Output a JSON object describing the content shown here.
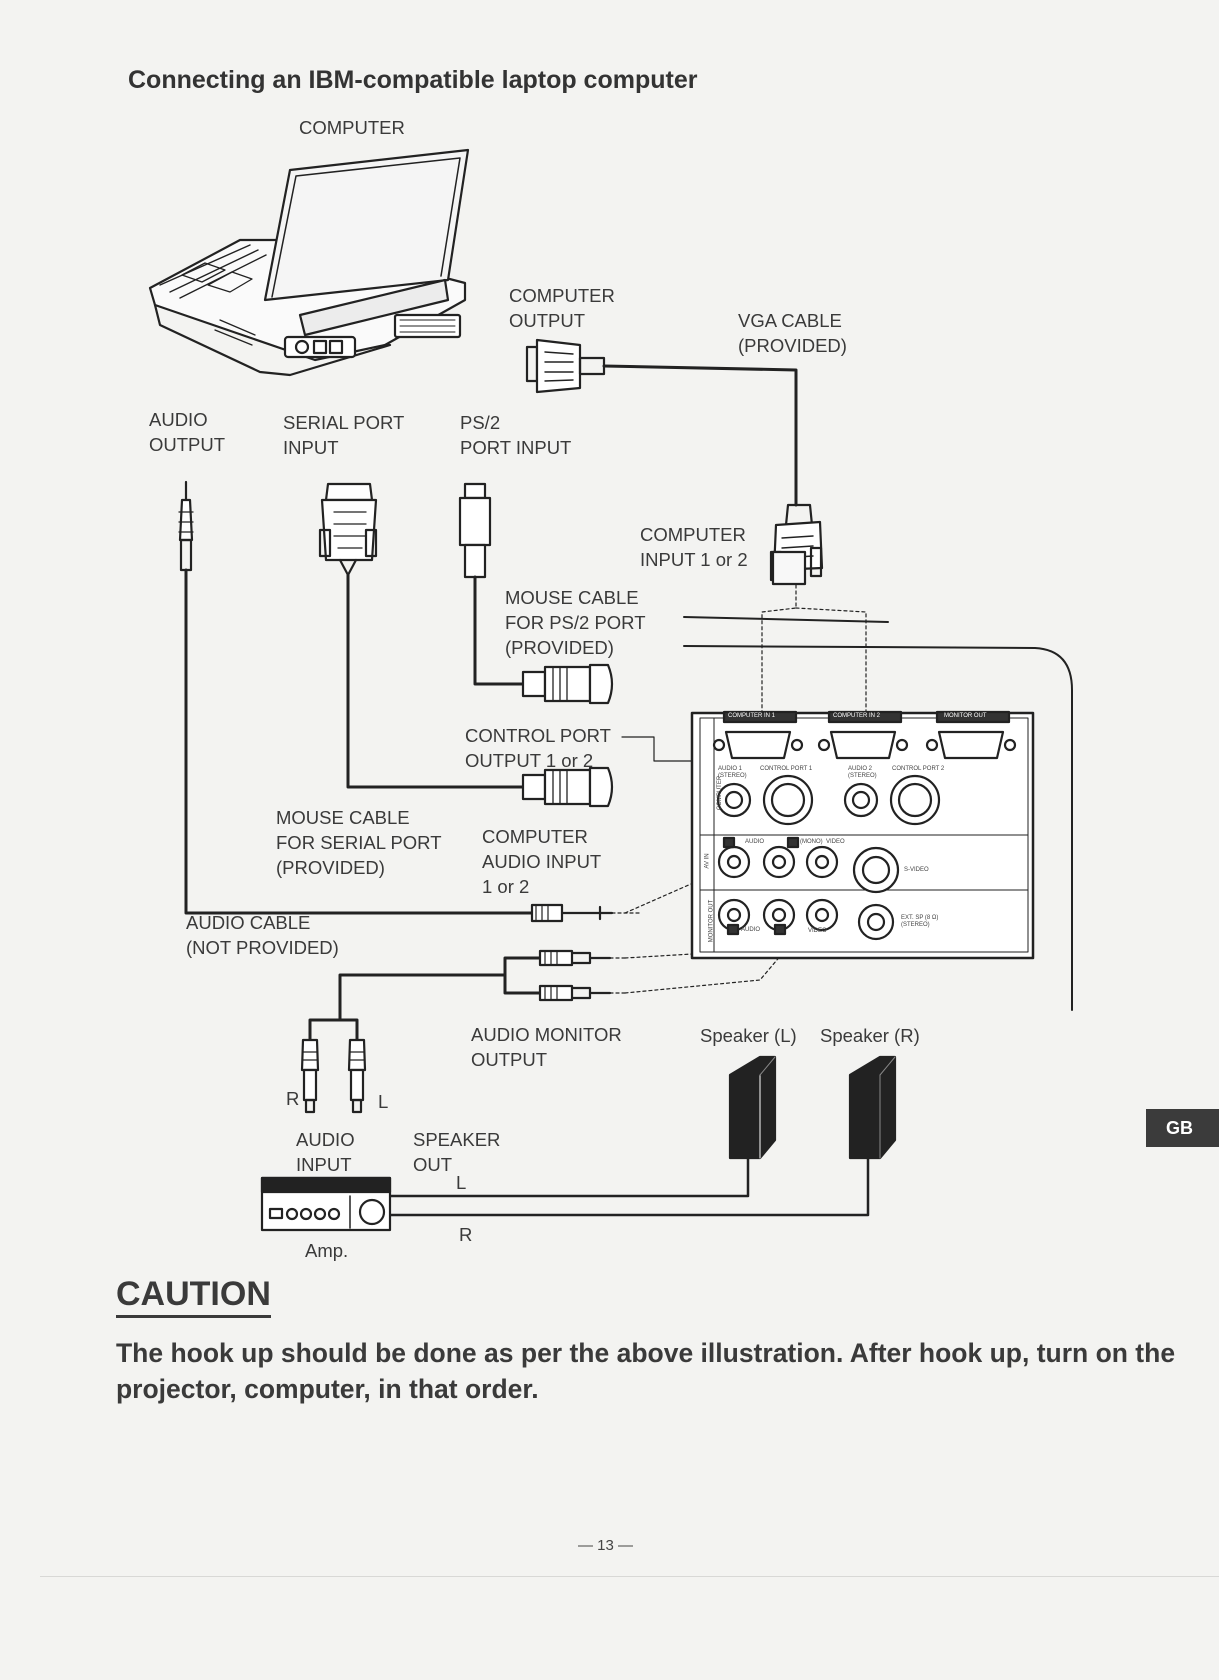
{
  "title": "Connecting an IBM-compatible laptop computer",
  "labels": {
    "computer": "COMPUTER",
    "computer_output": "COMPUTER\nOUTPUT",
    "vga_cable": "VGA CABLE\n(PROVIDED)",
    "audio_output": "AUDIO\nOUTPUT",
    "serial_port_input": "SERIAL PORT\nINPUT",
    "ps2_port_input": "PS/2\nPORT INPUT",
    "computer_input": "COMPUTER\nINPUT 1 or 2",
    "mouse_cable_ps2": "MOUSE CABLE\nFOR PS/2 PORT\n(PROVIDED)",
    "control_port_output": "CONTROL PORT\nOUTPUT 1 or 2",
    "mouse_cable_serial": "MOUSE CABLE\nFOR SERIAL PORT\n(PROVIDED)",
    "computer_audio_input": "COMPUTER\nAUDIO INPUT\n1 or 2",
    "audio_cable": "AUDIO CABLE\n(NOT PROVIDED)",
    "audio_monitor_output": "AUDIO MONITOR\nOUTPUT",
    "speaker_l": "Speaker (L)",
    "speaker_r": "Speaker (R)",
    "r": "R",
    "l": "L",
    "audio_input": "AUDIO\nINPUT",
    "speaker_out": "SPEAKER\nOUT",
    "out_l": "L",
    "out_r": "R",
    "amp": "Amp."
  },
  "panel": {
    "computer_in_1": "COMPUTER IN 1",
    "computer_in_2": "COMPUTER IN 2",
    "monitor_out": "MONITOR OUT",
    "audio_1": "AUDIO 1",
    "control_port_1": "CONTROL PORT 1",
    "audio_2": "AUDIO 2",
    "control_port_2": "CONTROL PORT 2",
    "stereo": "(STEREO)",
    "computer_side": "COMPUTER",
    "av_in": "AV IN",
    "monitor_out_side": "MONITOR OUT",
    "r": "R",
    "l": "L",
    "audio": "AUDIO",
    "mono": "(MONO)",
    "video": "VIDEO",
    "s_video": "S-VIDEO",
    "ext_sp": "EXT. SP (8 Ω)"
  },
  "caution": "CAUTION",
  "warning_text": "The hook up should be done as per the above illustration. After hook up, turn on the projector, computer, in that order.",
  "side_tab": "GB",
  "page_number": "— 13 —"
}
